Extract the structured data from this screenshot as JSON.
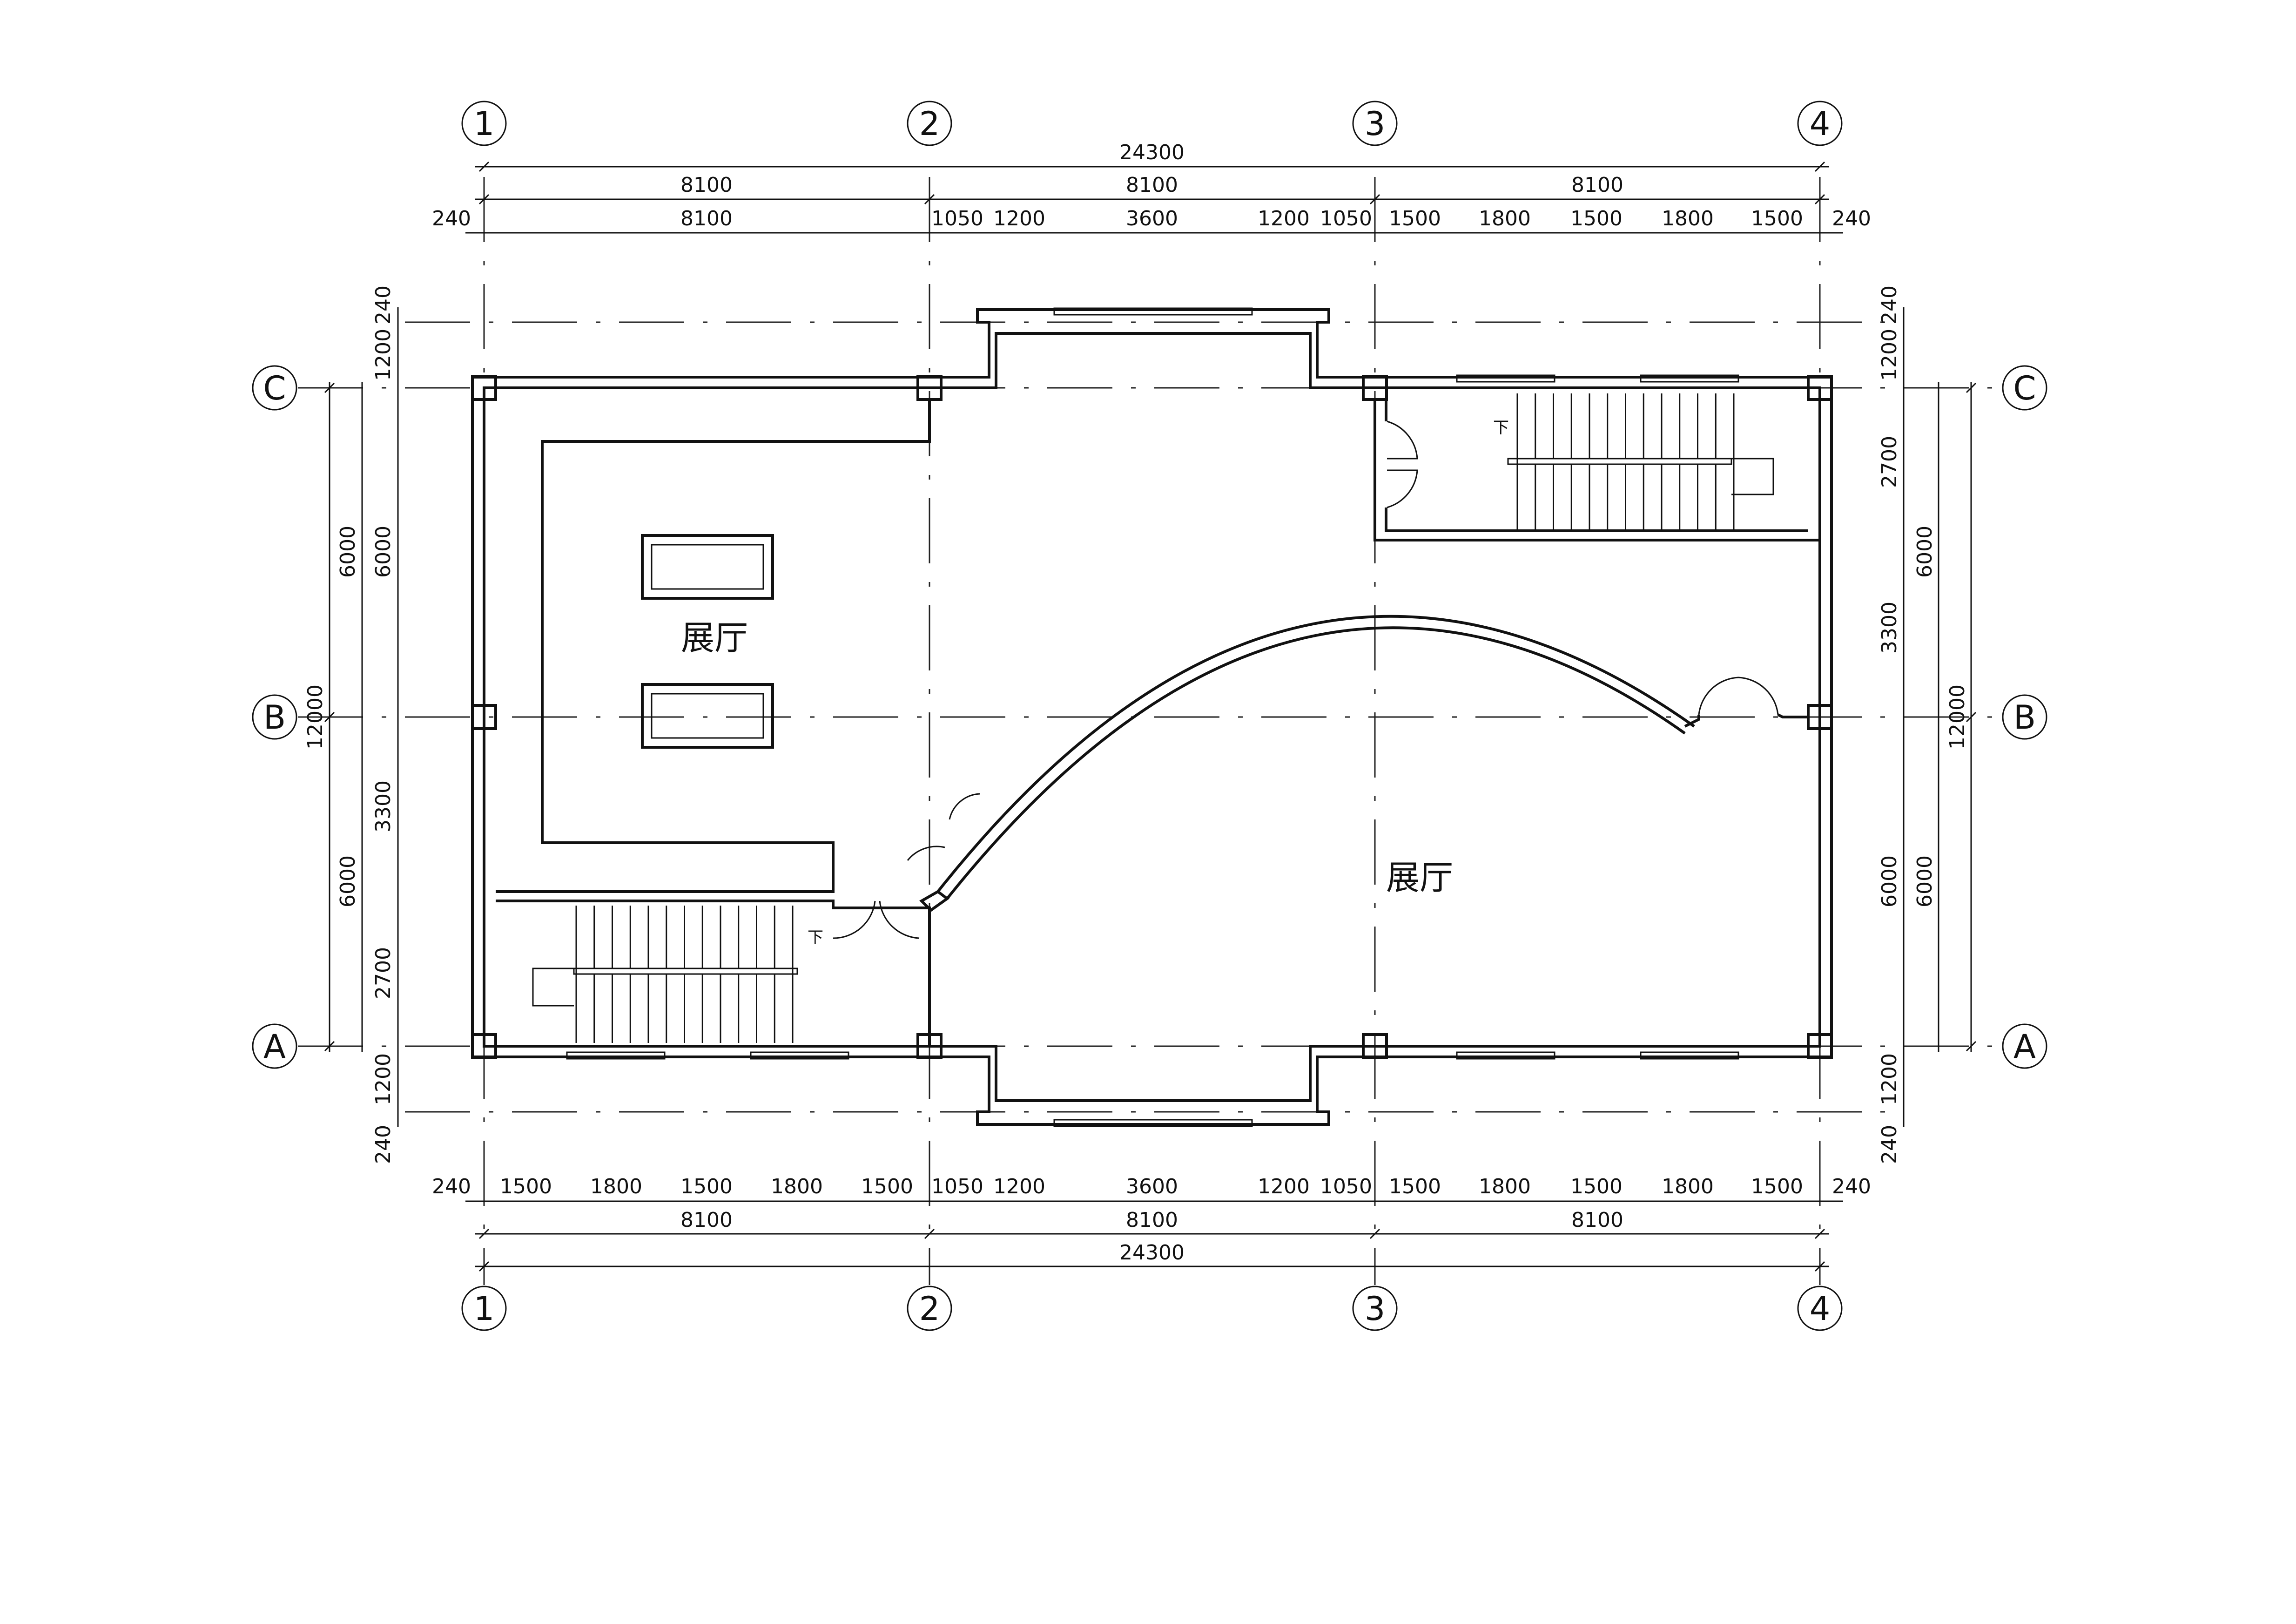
{
  "axes": {
    "columns": [
      "1",
      "2",
      "3",
      "4"
    ],
    "rows": [
      "C",
      "B",
      "A"
    ]
  },
  "dims": {
    "top_total": "24300",
    "top_bays": [
      "8100",
      "8100",
      "8100"
    ],
    "top_detail": [
      "240",
      "8100",
      "1050",
      "1200",
      "3600",
      "1200",
      "1050",
      "1500",
      "1800",
      "1500",
      "1800",
      "1500",
      "240"
    ],
    "bottom_detail": [
      "240",
      "1500",
      "1800",
      "1500",
      "1800",
      "1500",
      "1050",
      "1200",
      "3600",
      "1200",
      "1050",
      "1500",
      "1800",
      "1500",
      "1800",
      "1500",
      "240"
    ],
    "bottom_bays": [
      "8100",
      "8100",
      "8100"
    ],
    "bottom_total": "24300",
    "left_detail": [
      "240",
      "1200",
      "6000",
      "3300",
      "2700",
      "1200",
      "240"
    ],
    "left_bays": [
      "6000",
      "6000"
    ],
    "left_total": "12000",
    "right_detail": [
      "240",
      "1200",
      "2700",
      "3300",
      "6000",
      "1200",
      "240"
    ],
    "right_bays": [
      "6000",
      "6000"
    ],
    "right_total": "12000"
  },
  "rooms": {
    "upper_left": "展厅",
    "lower_right": "展厅"
  },
  "stair_marks": {
    "upper_right": "下",
    "lower_left": "下"
  }
}
